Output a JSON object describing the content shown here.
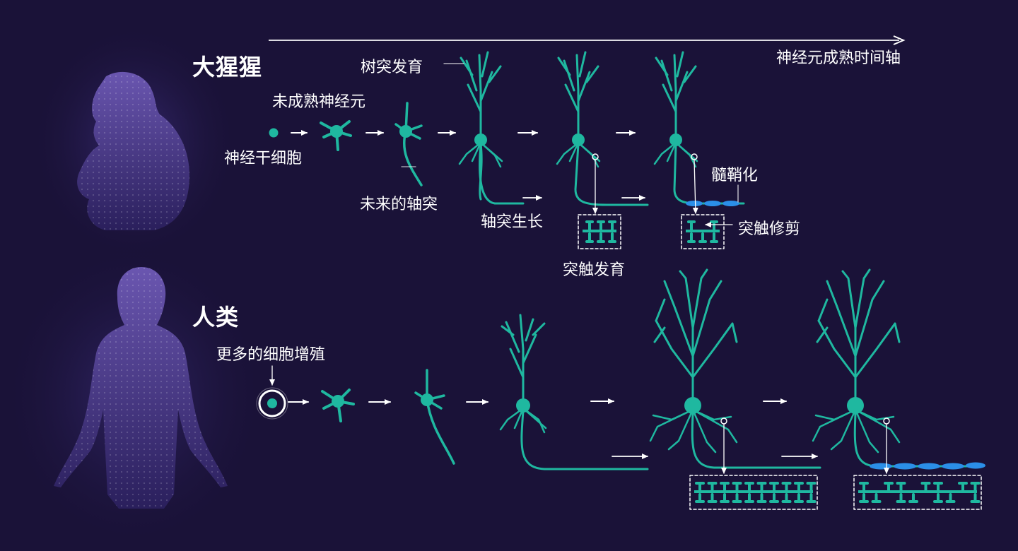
{
  "colors": {
    "background": "#1a1238",
    "neuron": "#1fb8a0",
    "myelin": "#2b8fe8",
    "silhouette": "#4a3a86",
    "text": "#ffffff",
    "arrow": "#ffffff"
  },
  "timeline": {
    "label": "神经元成熟时间轴"
  },
  "ape": {
    "title": "大猩猩",
    "labels": {
      "stem_cell": "神经干细胞",
      "immature": "未成熟神经元",
      "future_axon": "未来的轴突",
      "dendrite_dev": "树突发育",
      "axon_growth": "轴突生长",
      "synapse_dev": "突触发育",
      "myelination": "髓鞘化",
      "synapse_pruning": "突触修剪"
    }
  },
  "human": {
    "title": "人类",
    "labels": {
      "more_proliferation": "更多的细胞增殖"
    }
  },
  "icons": {
    "ape": "gorilla-silhouette-icon",
    "human": "human-silhouette-icon"
  }
}
